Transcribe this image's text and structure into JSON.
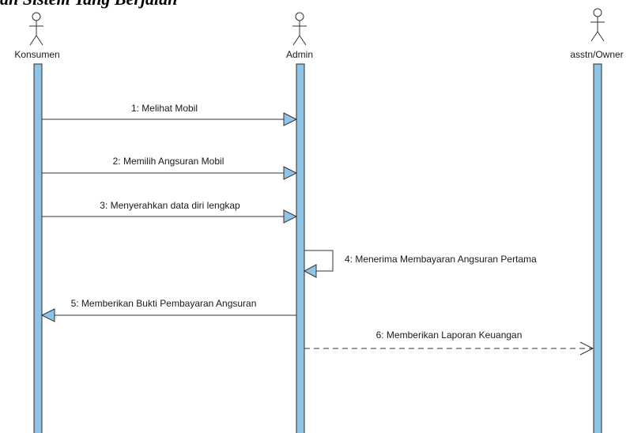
{
  "diagram": {
    "title": "an Sistem Yang Berjalan",
    "actors": [
      {
        "id": "konsumen",
        "name": "Konsumen"
      },
      {
        "id": "admin",
        "name": "Admin"
      },
      {
        "id": "owner",
        "name": "asstn/Owner"
      }
    ],
    "messages": [
      {
        "label": "1: Melihat  Mobil",
        "from": "konsumen",
        "to": "admin",
        "style": "sync"
      },
      {
        "label": "2: Memilih Angsuran Mobil",
        "from": "konsumen",
        "to": "admin",
        "style": "sync"
      },
      {
        "label": "3: Menyerahkan data diri lengkap",
        "from": "konsumen",
        "to": "admin",
        "style": "sync"
      },
      {
        "label": "4: Menerima Membayaran Angsuran Pertama",
        "from": "admin",
        "to": "admin",
        "style": "self"
      },
      {
        "label": "5: Memberikan Bukti Pembayaran Angsuran",
        "from": "admin",
        "to": "konsumen",
        "style": "sync"
      },
      {
        "label": "6: Memberikan Laporan Keuangan",
        "from": "admin",
        "to": "owner",
        "style": "dashed"
      }
    ],
    "colors": {
      "lifeline_fill": "#8fc4e6",
      "lifeline_stroke": "#2d2d2d",
      "arrowhead_fill": "#8fc4e6",
      "line": "#333333"
    }
  }
}
